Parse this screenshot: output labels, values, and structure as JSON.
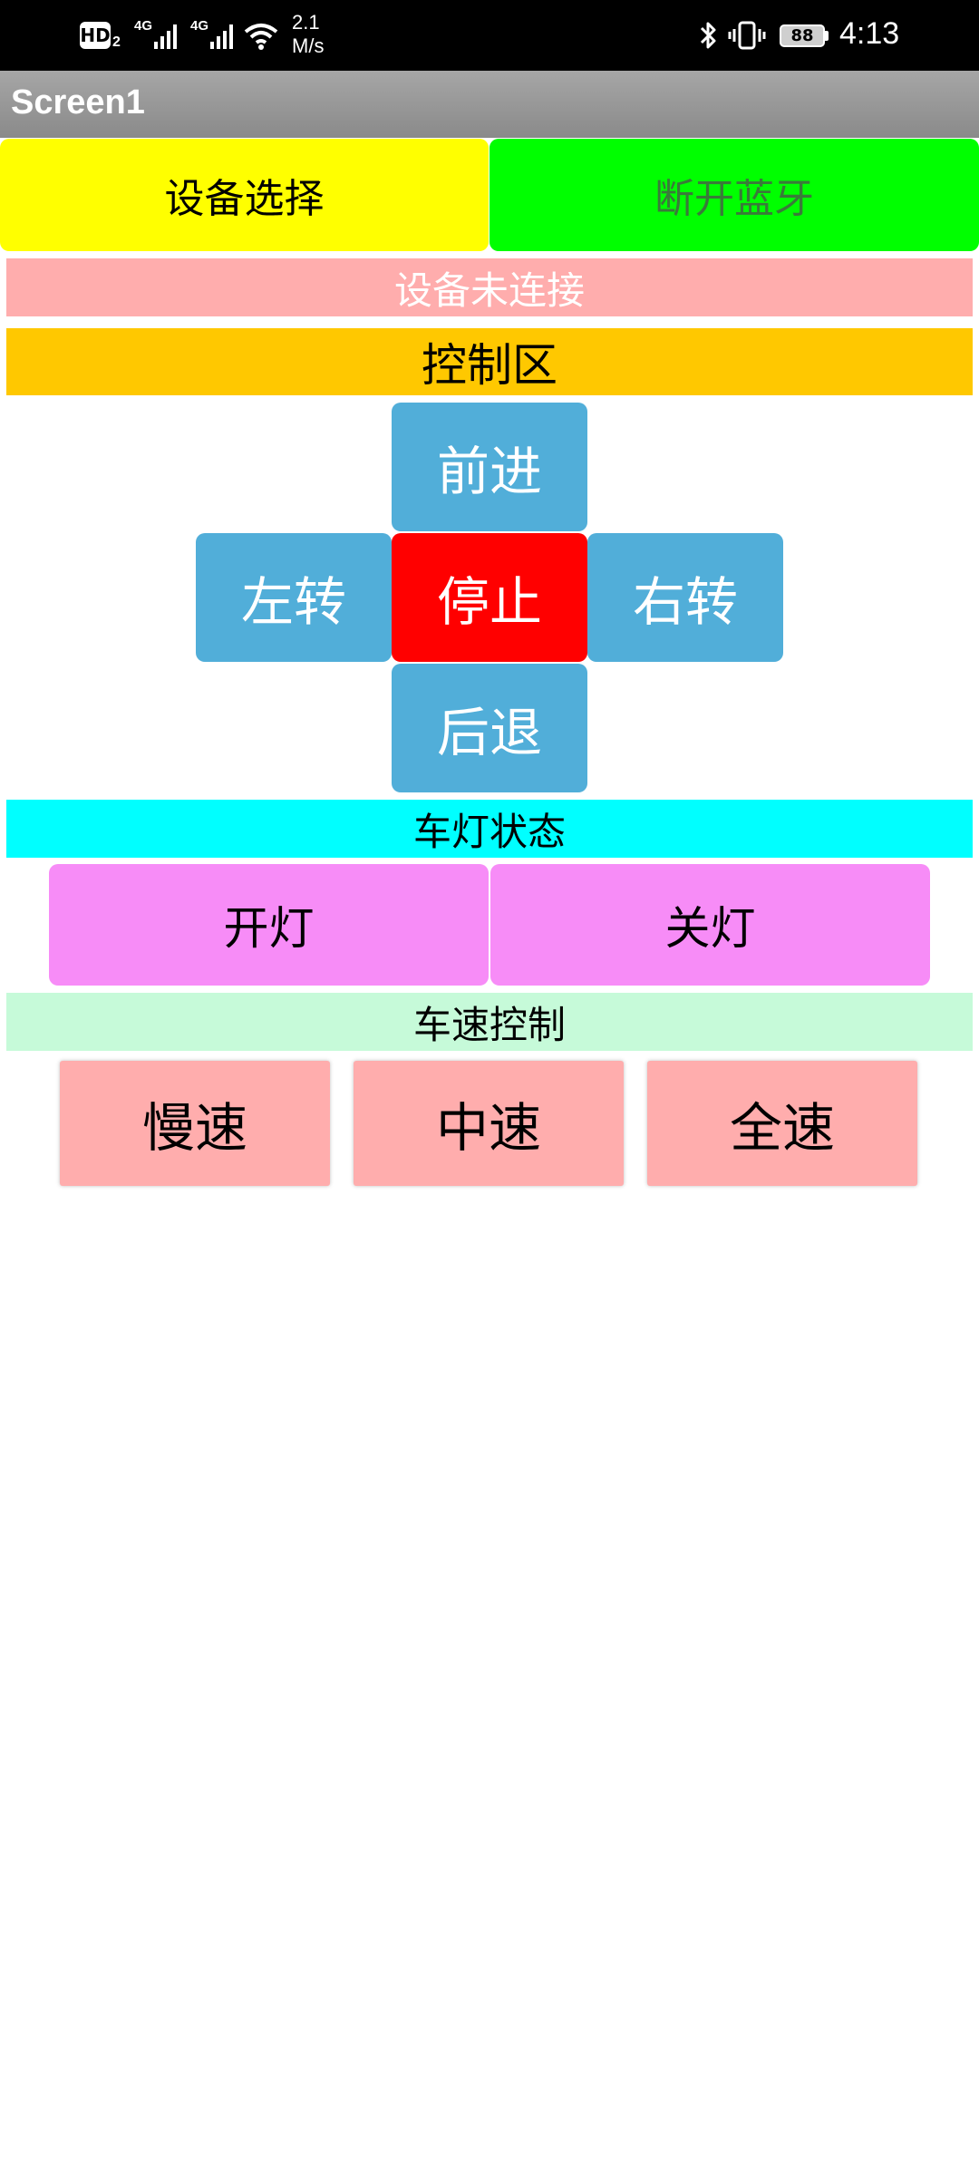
{
  "status_bar": {
    "hd_label": "HD",
    "hd_sub": "2",
    "net1": "4G",
    "net2": "4G",
    "speed_value": "2.1",
    "speed_unit": "M/s",
    "battery": "88",
    "time": "4:13"
  },
  "title_bar": {
    "title": "Screen1"
  },
  "top_buttons": {
    "device_select": "设备选择",
    "disconnect_bt": "断开蓝牙"
  },
  "status_label": "设备未连接",
  "control_header": "控制区",
  "dpad": {
    "forward": "前进",
    "left": "左转",
    "stop": "停止",
    "right": "右转",
    "back": "后退"
  },
  "light_header": "车灯状态",
  "light_buttons": {
    "on": "开灯",
    "off": "关灯"
  },
  "speed_header": "车速控制",
  "speed_buttons": {
    "slow": "慢速",
    "medium": "中速",
    "full": "全速"
  },
  "colors": {
    "yellow": "#FFFF00",
    "green": "#00FF00",
    "pink": "#FFADAD",
    "orange": "#FFC800",
    "blue": "#51AED9",
    "red": "#FF0000",
    "cyan": "#00FFFF",
    "magenta": "#F78CF7",
    "mint": "#C6FAD9"
  },
  "icons": [
    "bluetooth-icon",
    "vibrate-icon",
    "wifi-icon",
    "signal-icon",
    "battery-icon"
  ]
}
